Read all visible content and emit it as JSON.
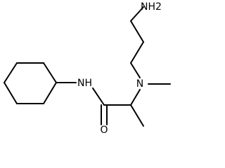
{
  "molecule": {
    "labels": {
      "amine": "NH2",
      "amide_nh": "NH",
      "tertiary_n": "N",
      "oxygen": "O"
    }
  }
}
